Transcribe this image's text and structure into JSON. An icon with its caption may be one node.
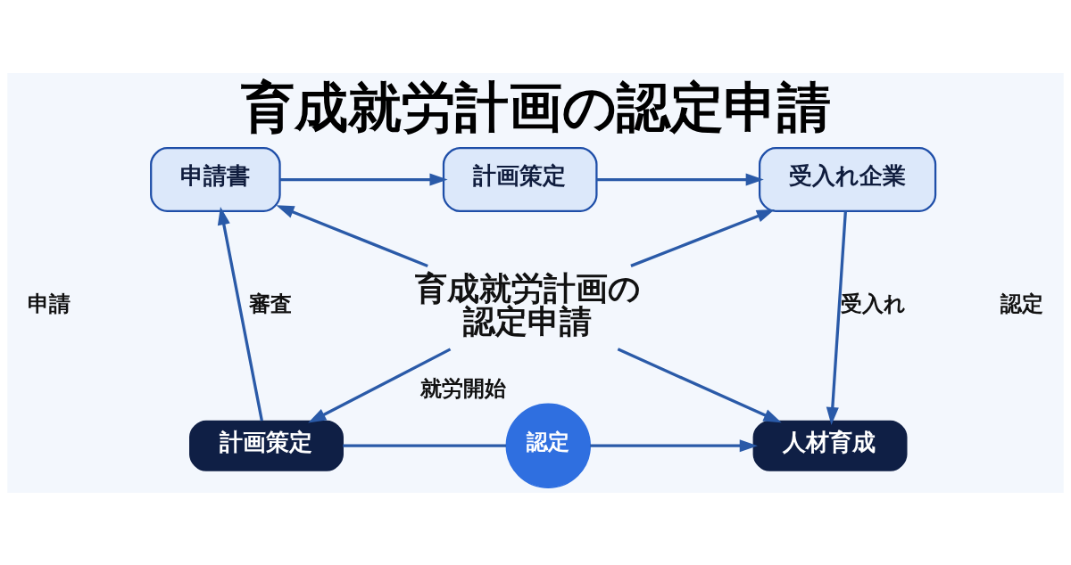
{
  "diagram": {
    "title": "育成就労計画の認定申請",
    "nodes": [
      {
        "text": [
          "申請書"
        ]
      },
      {
        "text": [
          "計画策定"
        ]
      },
      {
        "text": [
          "受入れ企業"
        ]
      },
      {
        "text": [
          "育成就労計画の認定申請"
        ]
      },
      {
        "text": [
          "計画策定"
        ]
      },
      {
        "text": [
          "認定"
        ],
        "beside": [
          "就労開始"
        ]
      },
      {
        "text": [
          "人材育成"
        ]
      }
    ],
    "edges": [
      {
        "from": 0,
        "to": 1,
        "arrow": "to"
      },
      {
        "from": 1,
        "to": 2,
        "arrow": "to"
      },
      {
        "from": 3,
        "to": 0,
        "arrow": "to"
      },
      {
        "from": 3,
        "to": 2,
        "arrow": "to"
      },
      {
        "from": 4,
        "to": 0,
        "arrow": "to",
        "label": "審査"
      },
      {
        "from": 2,
        "to": 6,
        "arrow": "to",
        "label": "受入れ"
      },
      {
        "from": 3,
        "to": 4,
        "arrow": "to"
      },
      {
        "from": 3,
        "to": 6,
        "arrow": "to"
      },
      {
        "from": 4,
        "to": 5,
        "arrow": "none"
      },
      {
        "from": 5,
        "to": 6,
        "arrow": "to"
      }
    ],
    "labels": [
      "申請",
      "認定"
    ]
  }
}
